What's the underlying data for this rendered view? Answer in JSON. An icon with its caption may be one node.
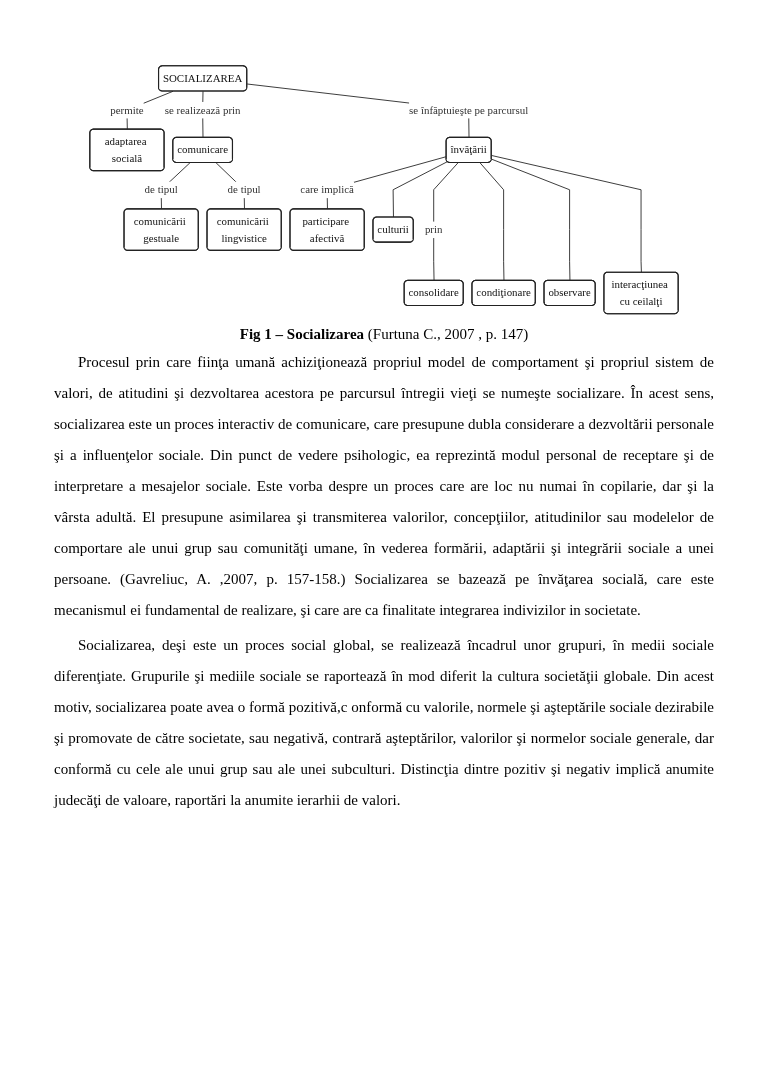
{
  "diagram": {
    "caption": "**Fig 1 – Socializarea** (Furtuna C., 2007 , p. 147)",
    "nodes": [
      {
        "text": [
          "SOCIALIZAREA"
        ]
      },
      {
        "text": [
          "adaptarea socială"
        ]
      },
      {
        "text": [
          "comunicare"
        ]
      },
      {
        "text": [
          "învăţării"
        ]
      },
      {
        "text": [
          "comunicării gestuale"
        ]
      },
      {
        "text": [
          "comunicării lingvistice"
        ]
      },
      {
        "text": [
          "participare afectivă"
        ]
      },
      {
        "text": [
          "culturii"
        ]
      },
      {
        "text": [
          "consolidare"
        ]
      },
      {
        "text": [
          "condiţionare"
        ]
      },
      {
        "text": [
          "observare"
        ]
      },
      {
        "text": [
          "interacţiunea cu ceilalţi"
        ]
      }
    ],
    "edges": [
      {
        "from": 0,
        "to": 1,
        "arrow": "none",
        "label": "permite"
      },
      {
        "from": 0,
        "to": 2,
        "arrow": "none",
        "label": "se realizează prin"
      },
      {
        "from": 0,
        "to": 3,
        "arrow": "none",
        "label": "se înfăptuieşte pe parcursul"
      },
      {
        "from": 2,
        "to": 4,
        "arrow": "none",
        "label": "de tipul"
      },
      {
        "from": 2,
        "to": 5,
        "arrow": "none",
        "label": "de tipul"
      },
      {
        "from": 3,
        "to": 6,
        "arrow": "none",
        "label": "care implică"
      },
      {
        "from": 3,
        "to": 7,
        "arrow": "none"
      },
      {
        "from": 3,
        "to": 8,
        "arrow": "none",
        "label": "prin"
      },
      {
        "from": 3,
        "to": 9,
        "arrow": "none"
      },
      {
        "from": 3,
        "to": 10,
        "arrow": "none"
      },
      {
        "from": 3,
        "to": 11,
        "arrow": "none"
      }
    ],
    "labels": [
      "Procesul prin care fiinţa umană achiziţionează propriul model de comportament şi propriul sistem de valori, de atitudini şi dezvoltarea acestora pe parcursul întregii vieţi se numeşte socializare. În acest sens, socializarea este un proces interactiv de comunicare, care presupune dubla considerare a dezvoltării personale şi a influenţelor sociale. Din punct de vedere psihologic, ea reprezintă modul personal de receptare şi de interpretare a mesajelor sociale. Este vorba despre un proces care are loc nu numai în copilarie, dar şi la vârsta adultă. El presupune asimilarea şi transmiterea valorilor, concepţiilor, atitudinilor sau modelelor de comportare ale unui grup sau comunităţi umane, în vederea formării, adaptării şi integrării sociale a unei persoane. (Gavreliuc, A. ,2007, p. 157-158.) Socializarea se bazează pe învăţarea socială, care este mecanismul ei fundamental de realizare, şi care are ca finalitate integrarea indivizilor in societate.",
      "Socializarea, deşi este un proces social global, se realizează încadrul unor grupuri, în medii sociale diferenţiate. Grupurile şi mediile sociale se raportează în mod diferit la cultura societăţii globale. Din acest motiv, socializarea poate avea o formă pozitivă,c onformă cu valorile, normele şi aşteptările sociale dezirabile şi promovate de către societate, sau negativă, contrară aşteptărilor, valorilor şi normelor sociale generale, dar conformă cu cele ale unui grup sau ale unei subculturi. Distincţia dintre pozitiv şi negativ implică anumite judecăţi de valoare, raportări la anumite ierarhii de valori."
    ]
  }
}
